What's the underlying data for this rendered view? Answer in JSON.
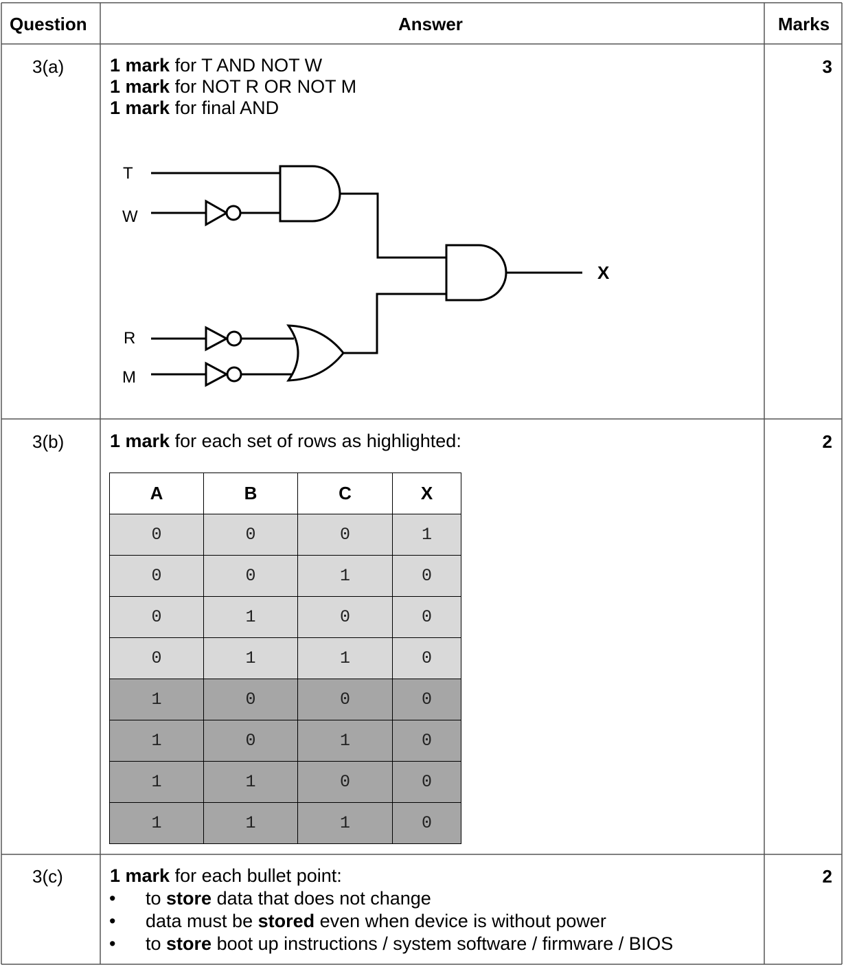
{
  "headers": {
    "question": "Question",
    "answer": "Answer",
    "marks": "Marks"
  },
  "rows": [
    {
      "id": "3(a)",
      "marks": "3",
      "lines": [
        {
          "bold": "1 mark",
          "text": " for T AND NOT W"
        },
        {
          "bold": "1 mark",
          "text": " for NOT R OR NOT M"
        },
        {
          "bold": "1 mark",
          "text": " for final AND"
        }
      ],
      "circuit": {
        "inputs": [
          "T",
          "W",
          "R",
          "M"
        ],
        "output": "X",
        "gates": [
          "AND",
          "NOT",
          "NOT",
          "NOT",
          "OR",
          "AND"
        ]
      }
    },
    {
      "id": "3(b)",
      "marks": "2",
      "intro_bold": "1 mark",
      "intro_text": " for each set of rows as highlighted:",
      "truth_table": {
        "columns": [
          "A",
          "B",
          "C",
          "X"
        ],
        "rows": [
          [
            "0",
            "0",
            "0",
            "1"
          ],
          [
            "0",
            "0",
            "1",
            "0"
          ],
          [
            "0",
            "1",
            "0",
            "0"
          ],
          [
            "0",
            "1",
            "1",
            "0"
          ],
          [
            "1",
            "0",
            "0",
            "0"
          ],
          [
            "1",
            "0",
            "1",
            "0"
          ],
          [
            "1",
            "1",
            "0",
            "0"
          ],
          [
            "1",
            "1",
            "1",
            "0"
          ]
        ],
        "highlight_colors": {
          "set1": "#d9d9d9",
          "set2": "#a6a6a6"
        }
      }
    },
    {
      "id": "3(c)",
      "marks": "2",
      "intro_bold": "1 mark",
      "intro_text": " for each bullet point:",
      "bullets": [
        {
          "pre": "to ",
          "bold": "store",
          "post": " data that does not change"
        },
        {
          "pre": "data must be ",
          "bold": "stored",
          "post": " even when device is without power"
        },
        {
          "pre": "to ",
          "bold": "store",
          "post": " boot up instructions / system software / firmware / BIOS"
        }
      ]
    }
  ]
}
